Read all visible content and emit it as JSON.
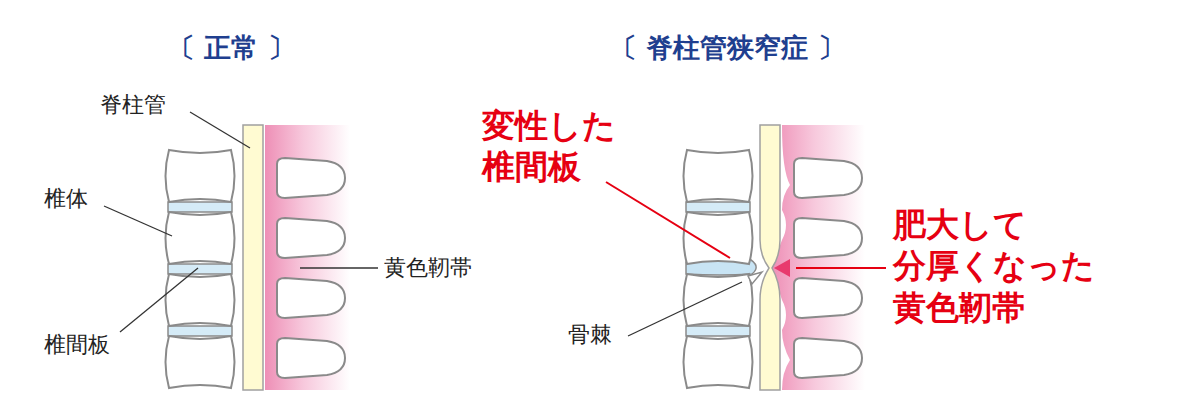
{
  "diagram": {
    "labels": [
      "〔 正常 〕",
      "〔 脊柱管狭窄症 〕",
      "脊柱管",
      "椎体",
      "椎間板",
      "黄色靭帯",
      "変性した 椎間板",
      "骨棘",
      "肥大して 分厚くなった 黄色靭帯"
    ]
  }
}
